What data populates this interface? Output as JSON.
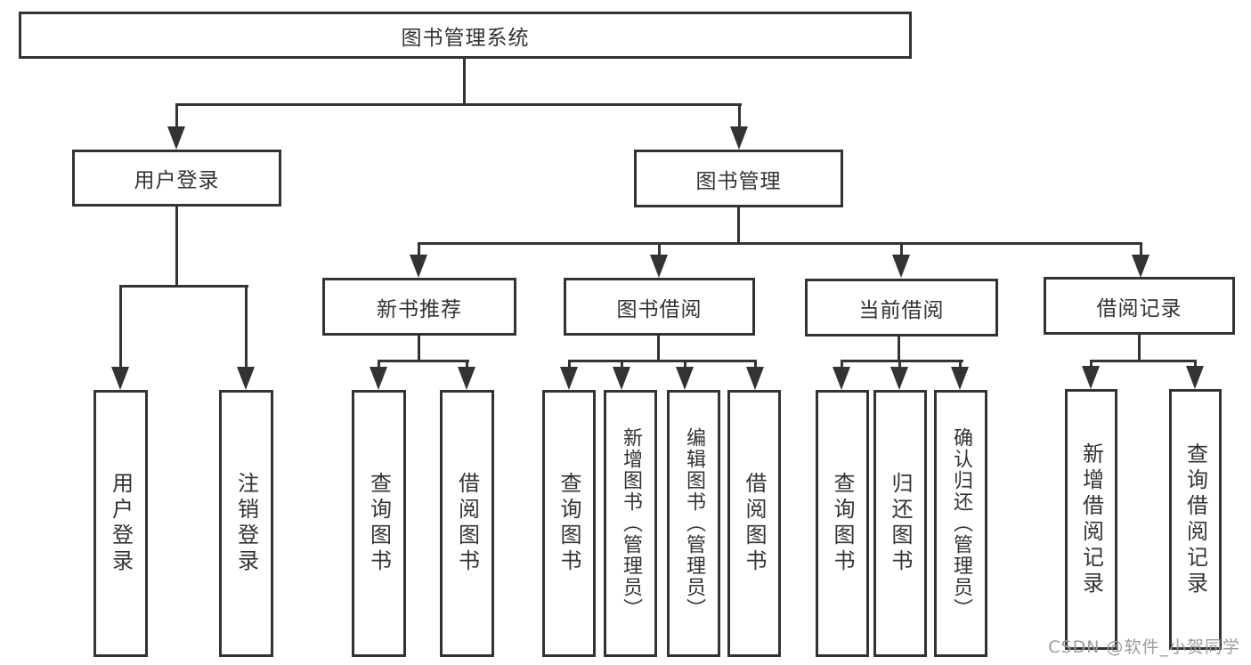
{
  "tree": {
    "root": "图书管理系统",
    "children": [
      {
        "label": "用户登录",
        "children": [
          "用户登录",
          "注销登录"
        ]
      },
      {
        "label": "图书管理",
        "children": [
          {
            "label": "新书推荐",
            "children": [
              "查询图书",
              "借阅图书"
            ]
          },
          {
            "label": "图书借阅",
            "children": [
              "查询图书",
              "新增图书（管理员）",
              "编辑图书（管理员）",
              "借阅图书"
            ]
          },
          {
            "label": "当前借阅",
            "children": [
              "查询图书",
              "归还图书",
              "确认归还（管理员）"
            ]
          },
          {
            "label": "借阅记录",
            "children": [
              "新增借阅记录",
              "查询借阅记录"
            ]
          }
        ]
      }
    ]
  },
  "watermark": "CSDN @软件_小贺同学",
  "colors": {
    "line": "#333333",
    "text": "#333333",
    "watermark": "#9c9c9c",
    "background": "#ffffff"
  }
}
